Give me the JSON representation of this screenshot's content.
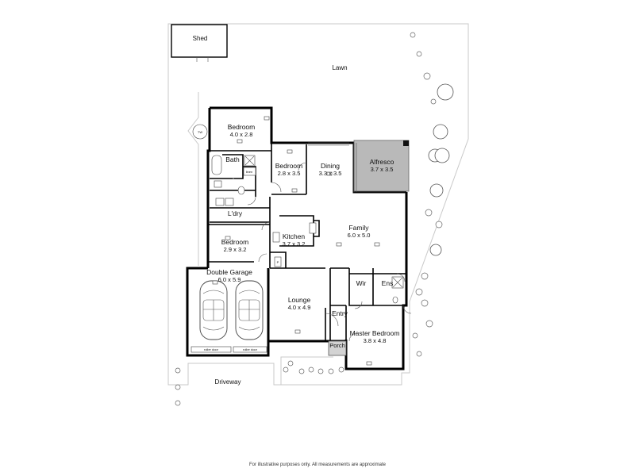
{
  "site": {
    "shed": "Shed",
    "lawn": "Lawn",
    "driveway": "Driveway",
    "footer_note": "For illustrative purposes only. All measurements are approximate"
  },
  "rooms": {
    "bedroom_top": {
      "name": "Bedroom",
      "size": "4.0 x 2.8"
    },
    "bedroom_mid": {
      "name": "Bedroom",
      "size": "2.8 x 3.5"
    },
    "dining": {
      "name": "Dining",
      "size": "3.3 x 3.5"
    },
    "alfresco": {
      "name": "Alfresco",
      "size": "3.7 x 3.5"
    },
    "bath": {
      "name": "Bath"
    },
    "laundry": {
      "name": "L'dry"
    },
    "bedroom_low": {
      "name": "Bedroom",
      "size": "2.9 x 3.2"
    },
    "kitchen": {
      "name": "Kitchen",
      "size": "3.7 x 3.2"
    },
    "family": {
      "name": "Family",
      "size": "6.0 x 5.0"
    },
    "garage": {
      "name": "Double Garage",
      "size": "6.0 x 5.9"
    },
    "wir": {
      "name": "Wir"
    },
    "ens": {
      "name": "Ens"
    },
    "lounge": {
      "name": "Lounge",
      "size": "4.0 x 4.9"
    },
    "entry": {
      "name": "Entry"
    },
    "porch": {
      "name": "Porch"
    },
    "master": {
      "name": "Master Bedroom",
      "size": "3.8 x 4.8"
    }
  },
  "fixtures": {
    "roller_door_1": "roller door",
    "roller_door_2": "roller door",
    "linen": "linen"
  }
}
